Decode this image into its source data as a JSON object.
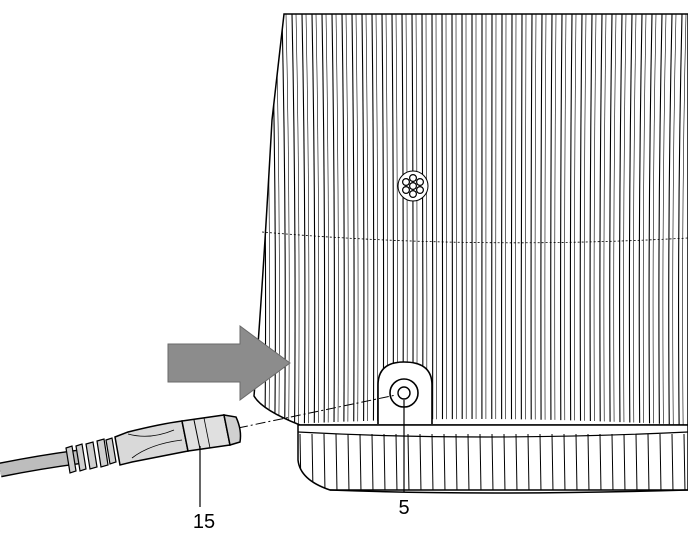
{
  "callouts": {
    "plug": "15",
    "socket": "5"
  },
  "colors": {
    "line": "#000000",
    "arrow": "#8c8c8c",
    "cable": "#bdbdbd",
    "plug_fill": "#d9d9d9",
    "background": "#ffffff"
  },
  "icons": {
    "arrow": "insert-direction-arrow",
    "vent": "speaker-vent-icon",
    "socket": "power-socket-icon"
  }
}
